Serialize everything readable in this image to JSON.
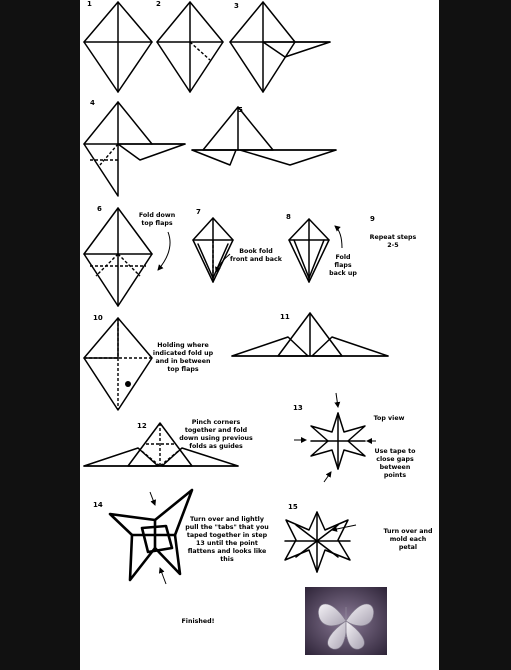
{
  "steps": {
    "s1": "1",
    "s2": "2",
    "s3": "3",
    "s4": "4",
    "s5": "5",
    "s6": "6",
    "s7": "7",
    "s8": "8",
    "s9": "9",
    "s10": "10",
    "s11": "11",
    "s12": "12",
    "s13": "13",
    "s14": "14",
    "s15": "15"
  },
  "notes": {
    "fold_down_top_flaps": "Fold down top flaps",
    "book_fold": "Book fold front and back",
    "fold_flaps_back_up": "Fold flaps back up",
    "repeat_steps": "Repeat steps 2-5",
    "holding_where": "Holding where indicated fold up and in between top flaps",
    "pinch_corners": "Pinch corners together and fold down using previous folds as guides",
    "top_view": "Top view",
    "use_tape": "Use tape to close gaps between points",
    "turn_over_pull": "Turn over and lightly pull the \"tabs\" that you taped together in step 13 until the point flattens and looks like this",
    "turn_over_mold": "Turn over and mold each petal",
    "finished": "Finished!"
  },
  "colors": {
    "background": "#111111",
    "sheet": "#ffffff",
    "ink": "#000000"
  }
}
